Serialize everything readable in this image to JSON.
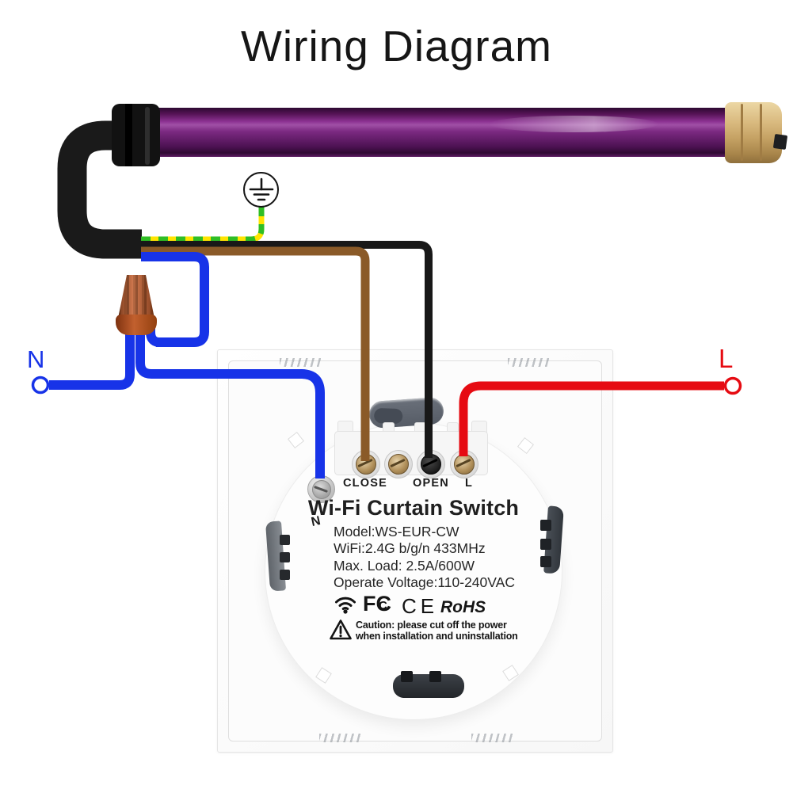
{
  "title": "Wiring Diagram",
  "left_terminal_label": "N",
  "right_terminal_label": "L",
  "colors": {
    "neutral_blue": "#1733e8",
    "live_red": "#e60b12",
    "close_brown": "#8a5a28",
    "open_black": "#181818",
    "earth_green": "#2fbe24",
    "earth_yellow": "#ffe400",
    "cable_black": "#1a1a1a",
    "motor_tube_purple": "#6d2072",
    "motor_adapter_tan": "#d7b77c",
    "wire_nut_orange": "#b5551f"
  },
  "switch_module": {
    "terminal_labels": [
      "CLOSE",
      "OPEN",
      "L"
    ],
    "neutral_label": "N",
    "product_name": "Wi-Fi Curtain Switch",
    "spec_lines": [
      "Model:WS-EUR-CW",
      "WiFi:2.4G b/g/n 433MHz",
      "Max. Load: 2.5A/600W",
      "Operate Voltage:110-240VAC"
    ],
    "cert_marks": {
      "fcc_letters": [
        "F",
        "C",
        "C"
      ],
      "ce": "CE",
      "rohs": "RoHS"
    },
    "caution_lines": [
      "Caution: please cut off the power",
      "when installation and uninstallation"
    ]
  },
  "icons": {
    "wifi": "wifi-icon",
    "warning": "warning-icon",
    "earth_ground": "earth-ground-icon"
  }
}
